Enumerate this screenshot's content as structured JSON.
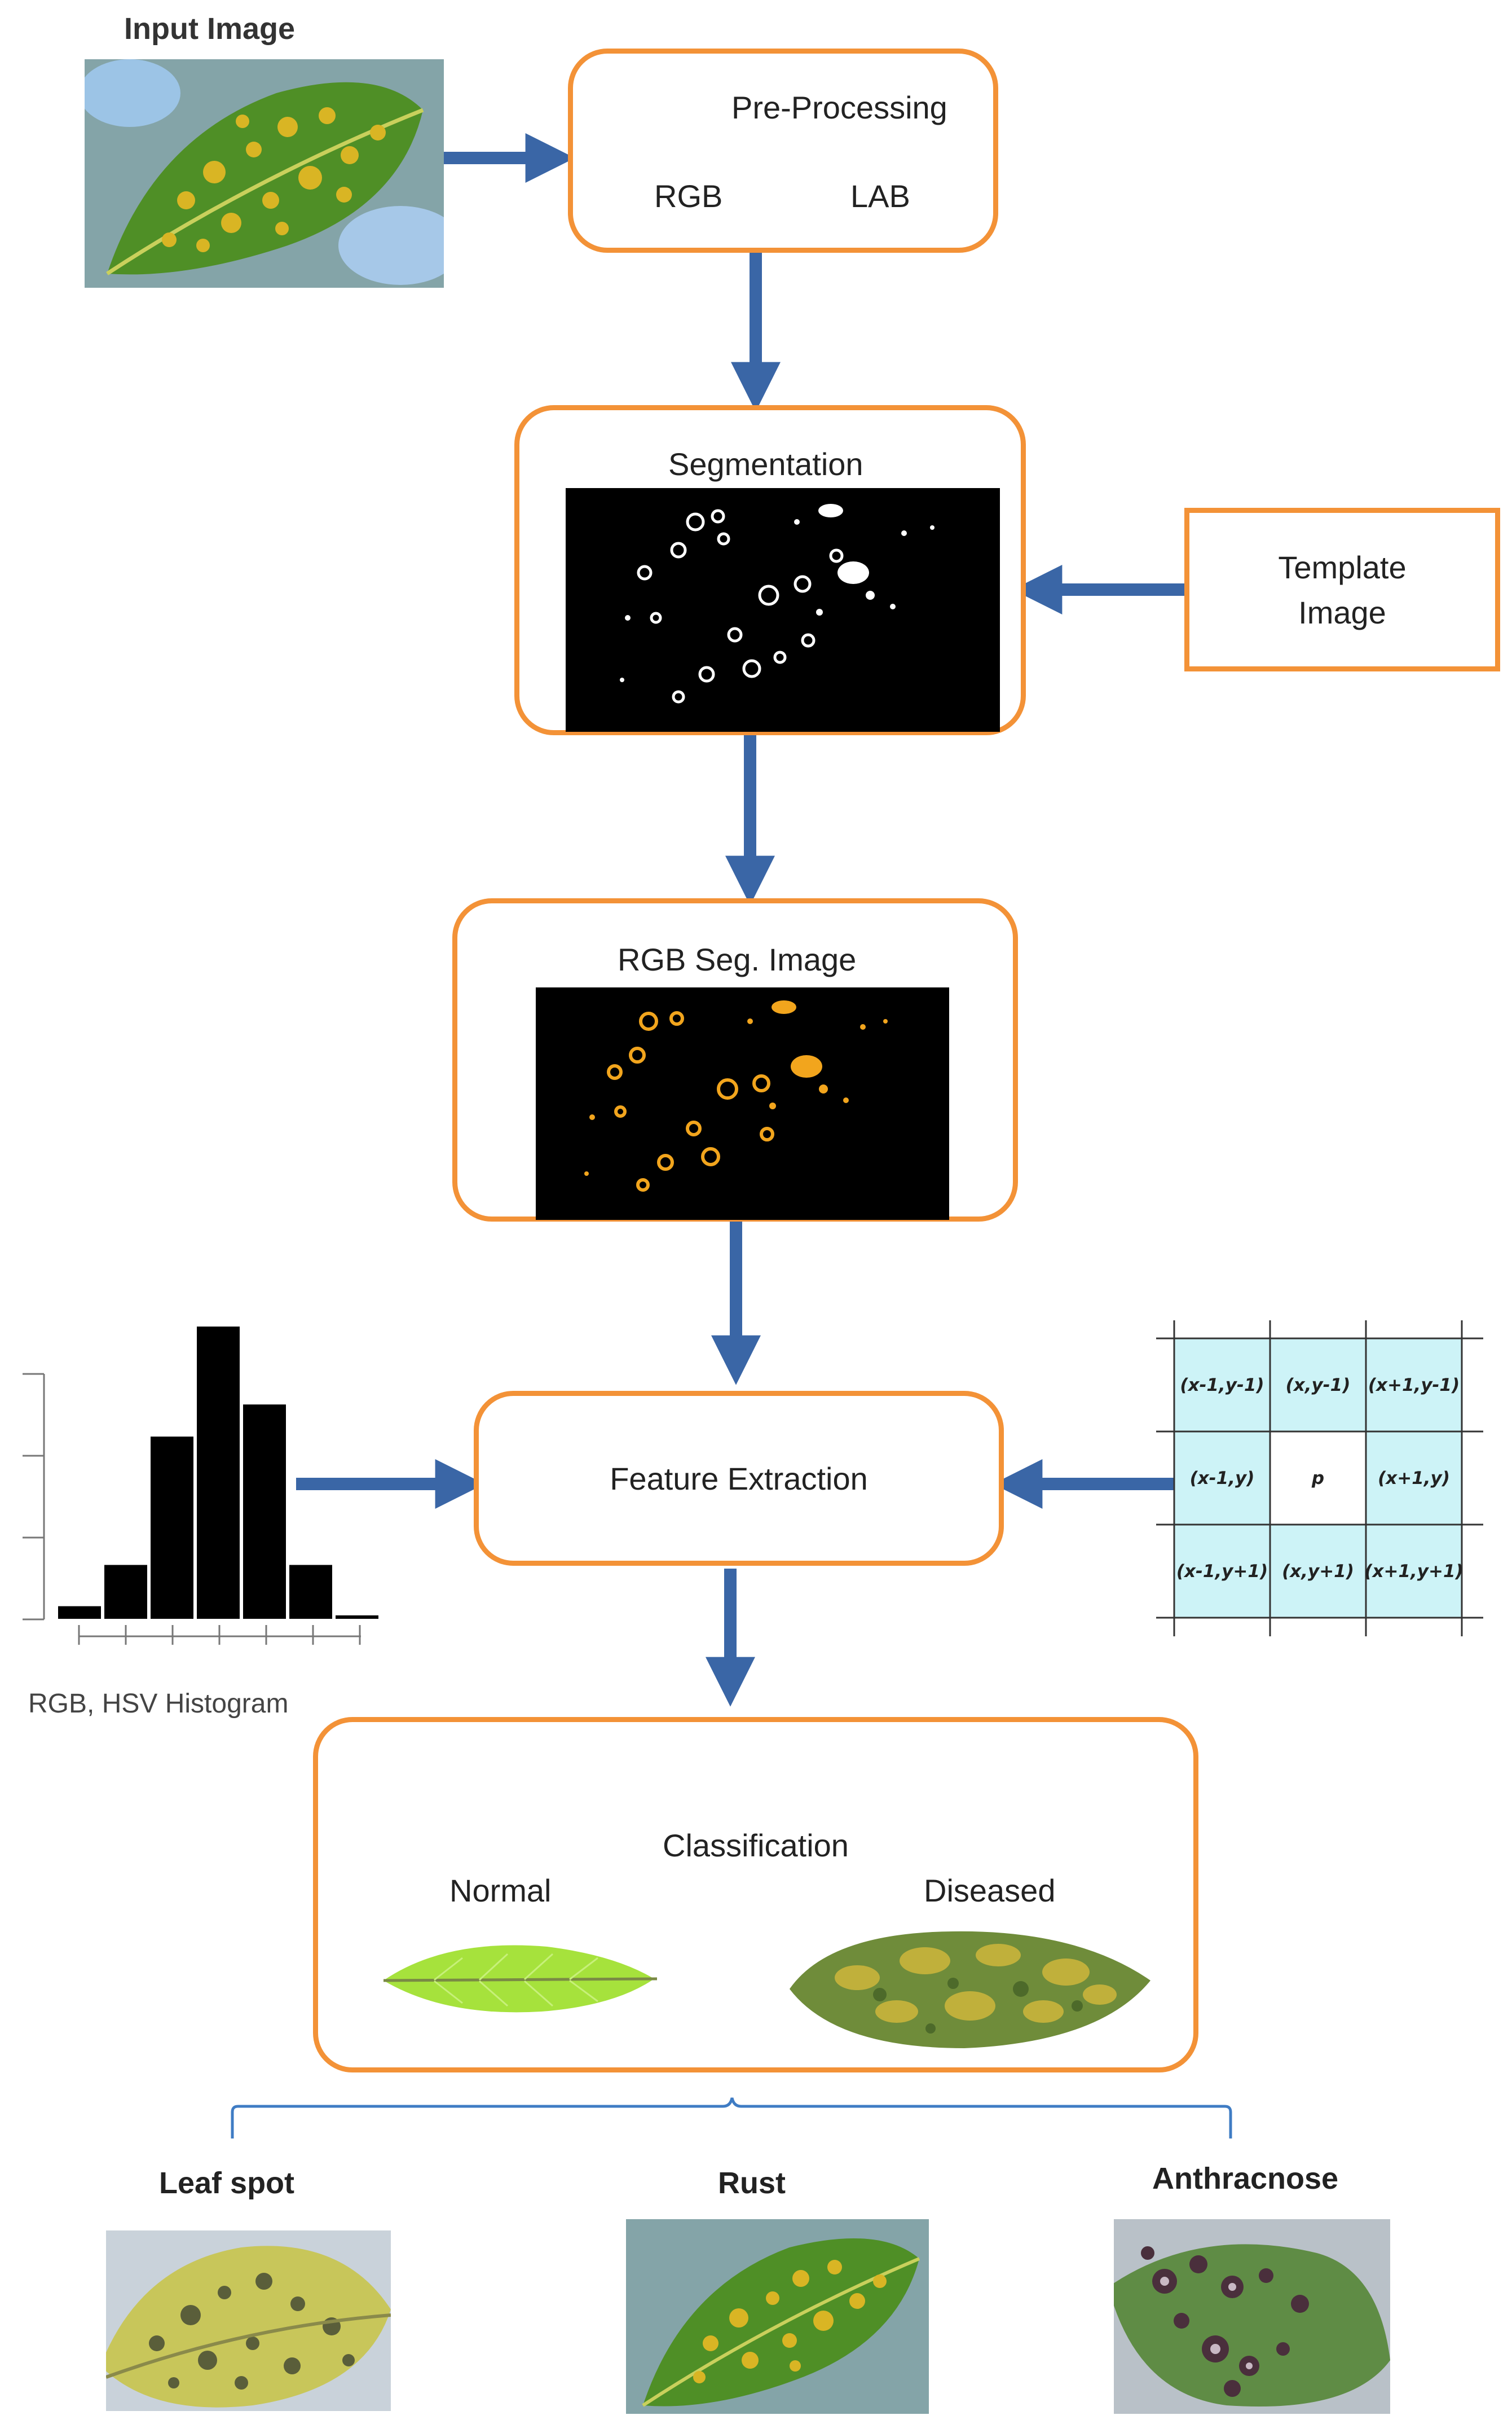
{
  "colors": {
    "box_border": "#f39237",
    "arrow": "#3a66a6",
    "grid_fill": "#cdf3f7",
    "brace": "#3f7cc4"
  },
  "input": {
    "title": "Input Image"
  },
  "preprocessing": {
    "title": "Pre-Processing",
    "from": "RGB",
    "to": "LAB"
  },
  "segmentation": {
    "title": "Segmentation"
  },
  "template": {
    "line1": "Template",
    "line2": "Image"
  },
  "rgb_seg": {
    "title": "RGB Seg. Image"
  },
  "feature": {
    "title": "Feature Extraction"
  },
  "histogram": {
    "caption": "RGB, HSV Histogram",
    "bar_values": [
      3,
      12,
      40,
      64,
      47,
      12,
      1
    ]
  },
  "neighborhood": {
    "cells": [
      [
        "(x-1,y-1)",
        "(x,y-1)",
        "(x+1,y-1)"
      ],
      [
        "(x-1,y)",
        "p",
        "(x+1,y)"
      ],
      [
        "(x-1,y+1)",
        "(x,y+1)",
        "(x+1,y+1)"
      ]
    ]
  },
  "classification": {
    "title": "Classification",
    "normal": "Normal",
    "diseased": "Diseased"
  },
  "diseases": [
    {
      "label": "Leaf spot"
    },
    {
      "label": "Rust"
    },
    {
      "label": "Anthracnose"
    }
  ],
  "icons": {
    "arrow": "arrow-icon",
    "leaf": "leaf-icon",
    "brace": "brace-icon"
  }
}
